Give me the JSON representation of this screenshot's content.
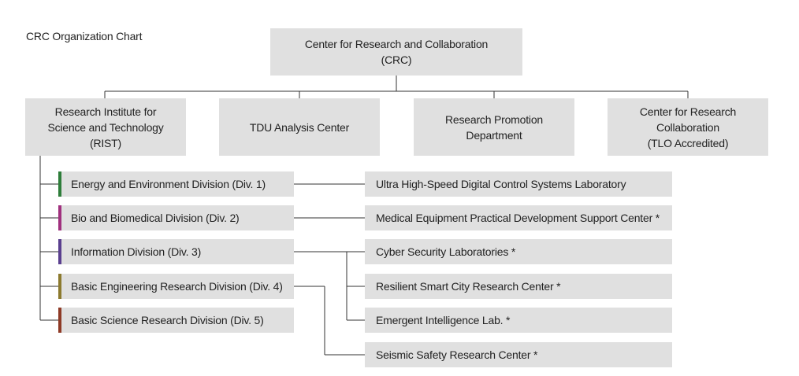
{
  "title": "CRC Organization Chart",
  "root": {
    "line1": "Center for Research and Collaboration",
    "line2": "(CRC)"
  },
  "units": [
    {
      "lines": [
        "Research Institute for",
        "Science and Technology",
        "(RIST)"
      ]
    },
    {
      "lines": [
        "TDU Analysis Center"
      ]
    },
    {
      "lines": [
        "Research Promotion",
        "Department"
      ]
    },
    {
      "lines": [
        "Center for Research",
        "Collaboration",
        "(TLO Accredited)"
      ]
    }
  ],
  "divisions": [
    {
      "label": "Energy and Environment Division (Div. 1)",
      "color": "#2e7d3a"
    },
    {
      "label": "Bio and Biomedical Division (Div. 2)",
      "color": "#a0307e"
    },
    {
      "label": "Information Division (Div. 3)",
      "color": "#5a3f8f"
    },
    {
      "label": "Basic Engineering Research Division (Div. 4)",
      "color": "#8c7a2e"
    },
    {
      "label": "Basic Science Research Division (Div. 5)",
      "color": "#8e3a26"
    }
  ],
  "centers": [
    {
      "label": "Ultra High-Speed Digital Control Systems Laboratory"
    },
    {
      "label": "Medical Equipment Practical Development Support Center *"
    },
    {
      "label": "Cyber Security Laboratories *"
    },
    {
      "label": "Resilient Smart City Research Center *"
    },
    {
      "label": "Emergent Intelligence Lab. *"
    },
    {
      "label": "Seismic Safety Research Center *"
    }
  ]
}
